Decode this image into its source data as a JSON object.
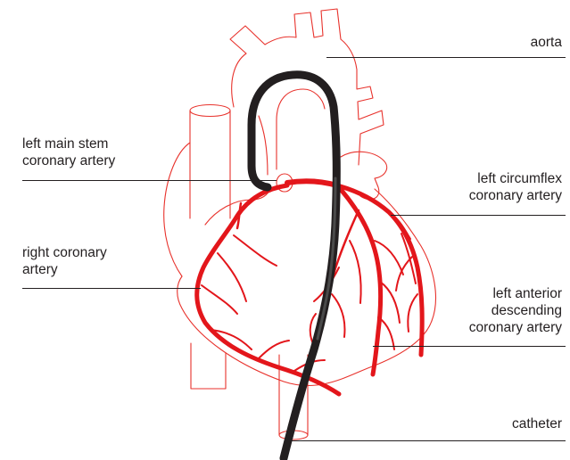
{
  "labels": {
    "aorta": "aorta",
    "left_main_stem": [
      "left main stem",
      "coronary artery"
    ],
    "left_circumflex": [
      "left circumflex",
      "coronary artery"
    ],
    "right_coronary": [
      "right coronary",
      "artery"
    ],
    "lad": [
      "left anterior",
      "descending",
      "coronary artery"
    ],
    "catheter": "catheter"
  },
  "colors": {
    "outline": "#e8322c",
    "artery": "#e3161b",
    "catheter": "#231f20",
    "catheter_highlight": "#4a4a4a",
    "text": "#231f20"
  }
}
